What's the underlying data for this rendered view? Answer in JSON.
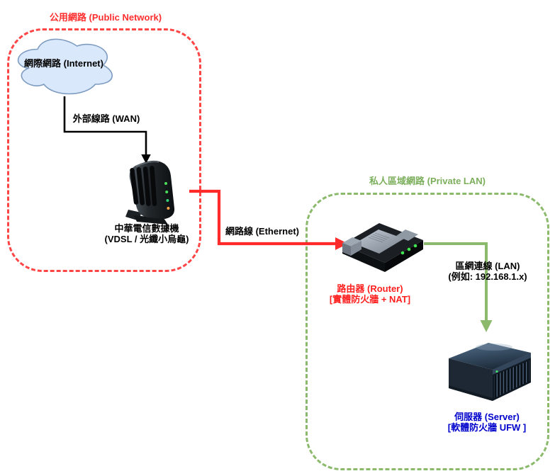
{
  "diagram": {
    "public_network": {
      "title": "公用網路 (Public Network)",
      "internet_label": "網際網路 (Internet)",
      "wan_link_label": "外部線路 (WAN)",
      "modem_name": "中華電信數據機",
      "modem_detail": "(VDSL / 光纖小烏龜)"
    },
    "ethernet_link_label": "網路線 (Ethernet)",
    "private_lan": {
      "title": "私人區域網路 (Private LAN)",
      "router_name": "路由器 (Router)",
      "router_detail": "[實體防火牆 + NAT]",
      "lan_link_label": "區網連線 (LAN)",
      "lan_link_detail": "(例如: 192.168.1.x)",
      "server_name": "伺服器 (Server)",
      "server_detail": "[軟體防火牆 UFW ]"
    },
    "colors": {
      "public_accent": "#ff3333",
      "private_accent": "#82b366",
      "server_label_blue": "#0000cc",
      "wan_line_black": "#000000",
      "cloud_fill": "#dae8fc",
      "cloud_stroke": "#7e9cc0",
      "led_green": "#4ade5a",
      "led_orange": "#ffa348"
    },
    "icons": {
      "cloud": "internet-cloud-icon",
      "modem": "modem-device-icon",
      "router": "router-device-icon",
      "server": "rack-server-icon"
    }
  }
}
